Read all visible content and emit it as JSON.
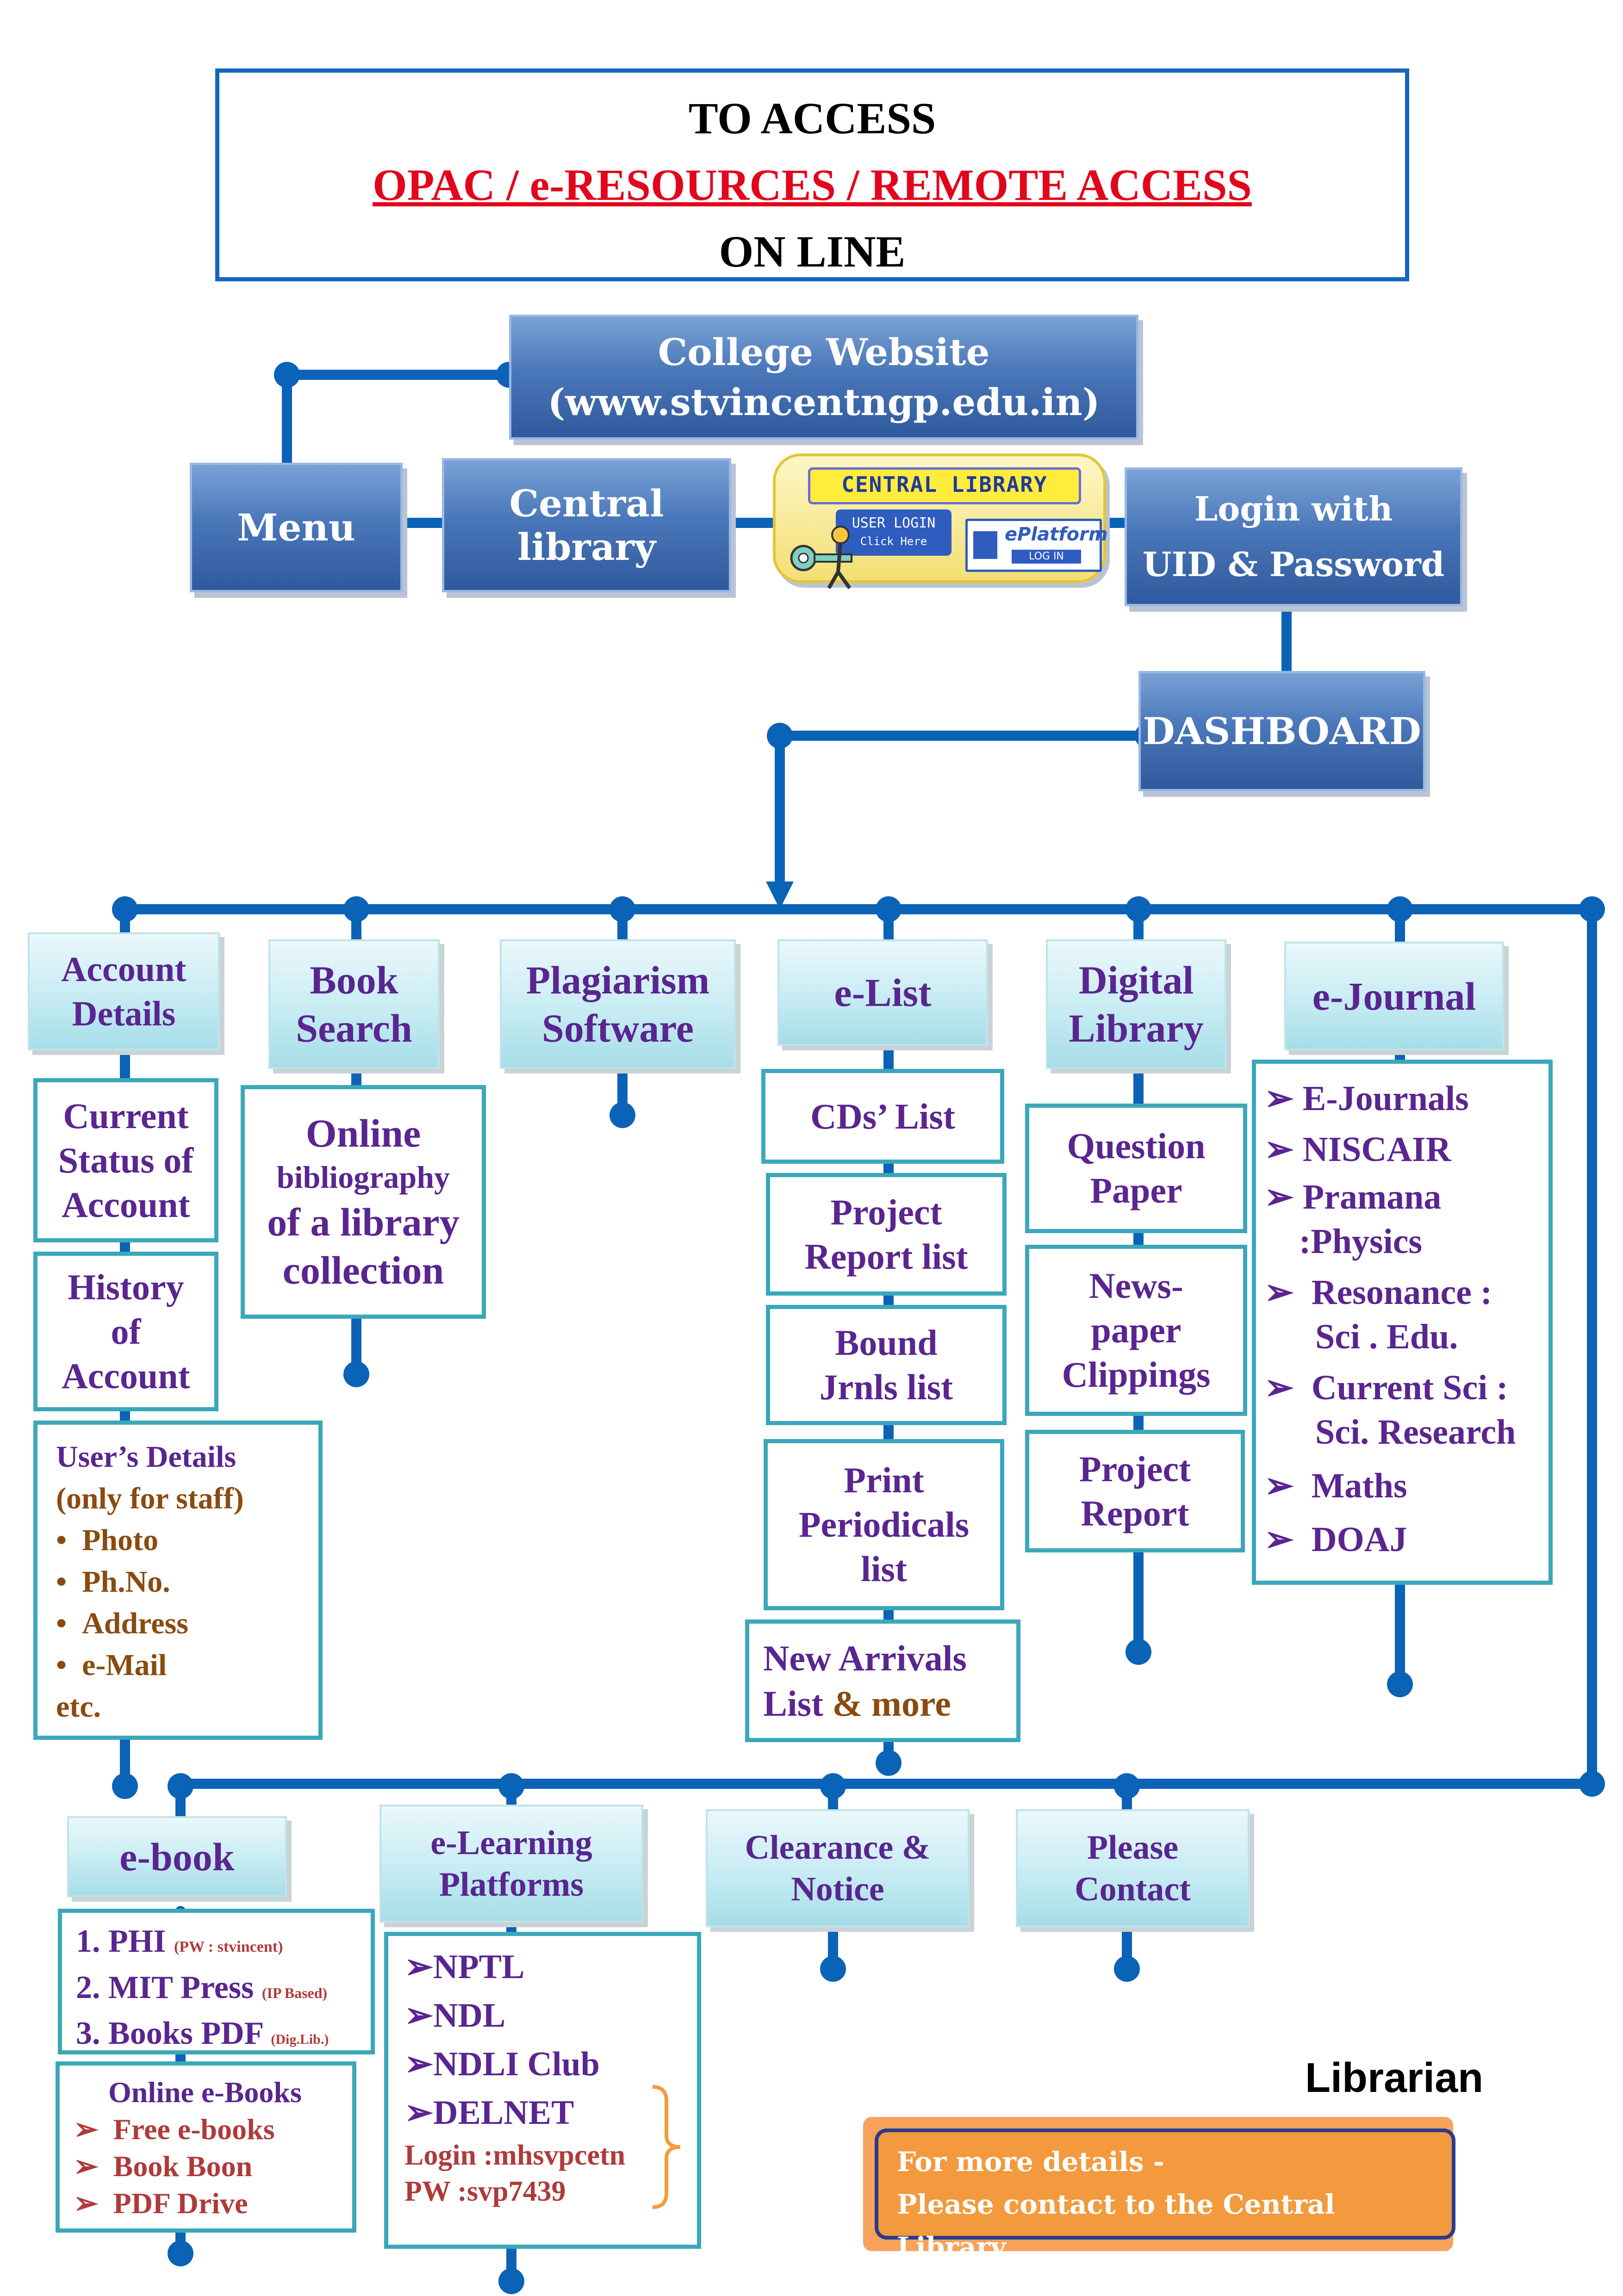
{
  "header": {
    "line1": "TO ACCESS",
    "line2": "OPAC   /  e-RESOURCES  /   REMOTE ACCESS",
    "line3": "ON LINE"
  },
  "nav": {
    "website_title": "College Website",
    "website_url": "(www.stvincentngp.edu.in)",
    "menu": "Menu",
    "central_library": "Central library",
    "login_line1": "Login with",
    "login_line2": "UID & Password",
    "dashboard": "DASHBOARD"
  },
  "logo": {
    "title": "CENTRAL LIBRARY",
    "user_login": "USER LOGIN",
    "click_here": "Click Here",
    "eplatform": "ePlatform",
    "log_in": "LOG IN"
  },
  "categories": {
    "account": [
      "Account",
      "Details"
    ],
    "book_search": [
      "Book",
      "Search"
    ],
    "plagiarism": [
      "Plagiarism",
      "Software"
    ],
    "elist": "e-List",
    "digital_library": [
      "Digital",
      "Library"
    ],
    "ejournal": "e-Journal"
  },
  "account": {
    "current_status": [
      "Current",
      "Status of",
      "Account"
    ],
    "history": [
      "History",
      "of",
      "Account"
    ],
    "users_details": {
      "title": "User’s Details",
      "subtitle": "(only for staff)",
      "bullets": [
        "Photo",
        "Ph.No.",
        "Address",
        "e-Mail"
      ],
      "tail": "etc."
    }
  },
  "book_search": {
    "line1": "Online",
    "line2": "bibliography",
    "line3": "of a library",
    "line4": "collection"
  },
  "elist": {
    "cds": "CDs’ List",
    "project": [
      "Project",
      "Report list"
    ],
    "bound": [
      "Bound",
      "Jrnls list"
    ],
    "print": [
      "Print",
      "Periodicals",
      "list"
    ],
    "new_arrivals": [
      "New Arrivals",
      "List ",
      "& more"
    ]
  },
  "digital": {
    "question": [
      "Question",
      "Paper"
    ],
    "news": [
      "News-",
      "paper",
      "Clippings"
    ],
    "project": [
      "Project",
      "Report"
    ]
  },
  "ejournal": {
    "items": [
      "E-Journals",
      "NISCAIR",
      "Pramana",
      ":Physics",
      "Resonance :",
      "Sci . Edu.",
      "Current Sci :",
      "Sci. Research",
      "Maths",
      "DOAJ"
    ]
  },
  "bottom_categories": {
    "ebook": "e-book",
    "elearning": [
      "e-Learning",
      "Platforms"
    ],
    "clearance": [
      "Clearance &",
      "Notice"
    ],
    "contact": [
      "Please",
      "Contact"
    ]
  },
  "ebook": {
    "items": [
      {
        "num": "1. PHI",
        "note": "(PW : stvincent)"
      },
      {
        "num": "2. MIT Press",
        "note": "(IP Based)"
      },
      {
        "num": "3. Books PDF",
        "note": "(Dig.Lib.)"
      }
    ],
    "online_title": "Online e-Books",
    "online_items": [
      "Free e-books",
      "Book Boon",
      "PDF Drive"
    ]
  },
  "elearning": {
    "items": [
      "NPTL",
      "NDL",
      "NDLI Club",
      "DELNET"
    ],
    "login": "Login :mhsvpcetn",
    "pw": "PW :svp7439"
  },
  "footer": {
    "librarian": "Librarian",
    "contact_line1": "For more details -",
    "contact_line2": "Please contact to the Central Library"
  },
  "colors": {
    "line_blue": "#0b63b8",
    "title_red": "#e3051b",
    "text_purple": "#5a2590",
    "frame_teal": "#3aa8b8",
    "contact_orange": "#f29a3d"
  }
}
